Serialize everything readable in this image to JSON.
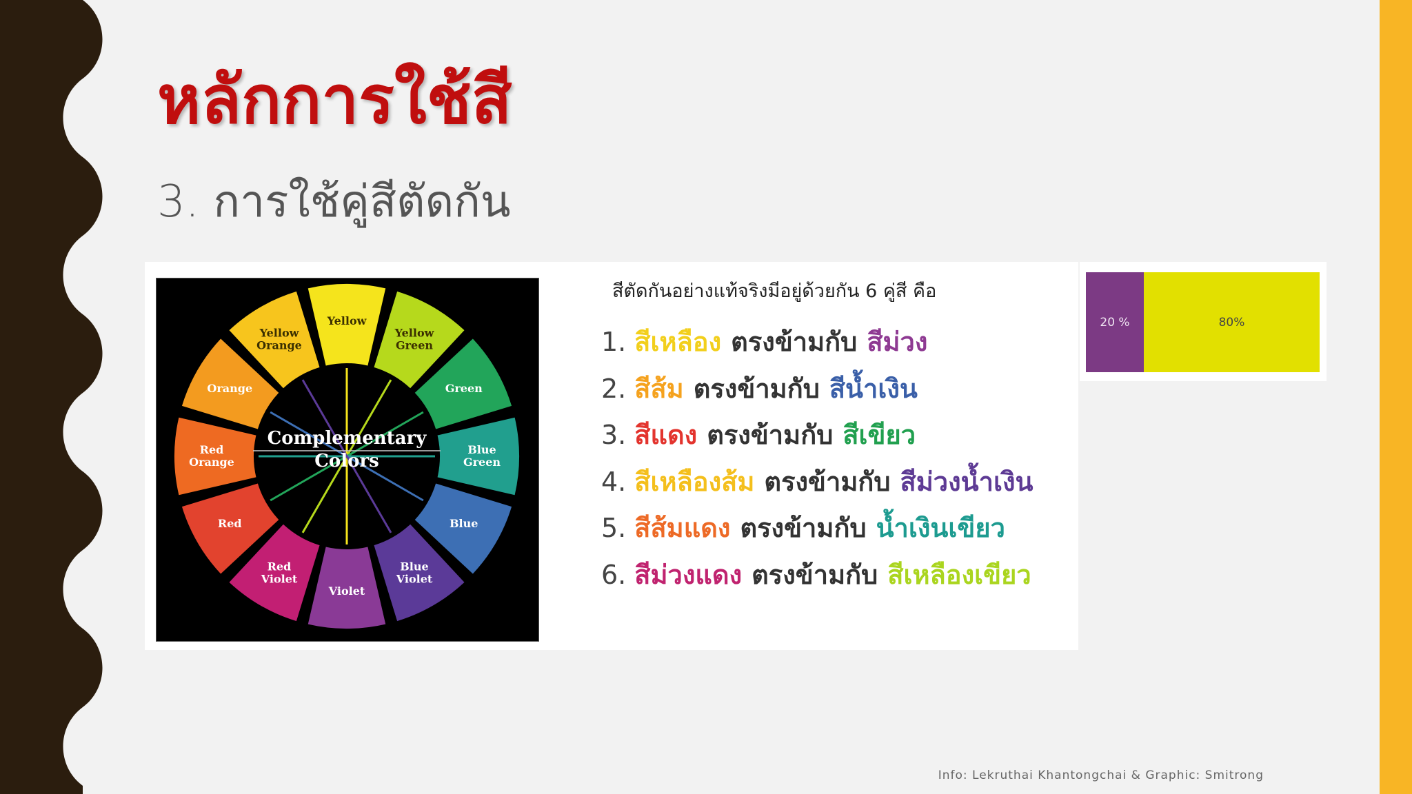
{
  "slide": {
    "title": "หลักการใช้สี",
    "subtitle": "3.  การใช้คู่สีตัดกัน",
    "credit": "Info: Lekruthai Khantongchai & Graphic: Smitrong"
  },
  "wheel": {
    "center_line1": "Complementary",
    "center_line2": "Colors",
    "segments": [
      {
        "label": "Yellow",
        "color": "#f5e41c"
      },
      {
        "label": "Yellow Green",
        "color": "#b6d91c"
      },
      {
        "label": "Green",
        "color": "#22a55a"
      },
      {
        "label": "Blue Green",
        "color": "#219f8e"
      },
      {
        "label": "Blue",
        "color": "#3d6fb4"
      },
      {
        "label": "Blue Violet",
        "color": "#5b3a98"
      },
      {
        "label": "Violet",
        "color": "#8a3a96"
      },
      {
        "label": "Red Violet",
        "color": "#c21f73"
      },
      {
        "label": "Red",
        "color": "#e2432e"
      },
      {
        "label": "Red Orange",
        "color": "#ee6a22"
      },
      {
        "label": "Orange",
        "color": "#f39b1f"
      },
      {
        "label": "Yellow Orange",
        "color": "#f7c51d"
      }
    ]
  },
  "pairs": {
    "intro": "สีตัดกันอย่างแท้จริงมีอยู่ด้วยกัน 6 คู่สี คือ",
    "connector": "ตรงข้ามกับ",
    "items": [
      {
        "num": "1.",
        "left": "สีเหลือง",
        "left_color": "#f2cf1c",
        "right": "สีม่วง",
        "right_color": "#8e3a92"
      },
      {
        "num": "2.",
        "left": "สีส้ม",
        "left_color": "#f5a21e",
        "right": "สีน้ำเงิน",
        "right_color": "#3a5fa8"
      },
      {
        "num": "3.",
        "left": "สีแดง",
        "left_color": "#e3342e",
        "right": "สีเขียว",
        "right_color": "#21a04f"
      },
      {
        "num": "4.",
        "left": "สีเหลืองส้ม",
        "left_color": "#f4bf1c",
        "right": "สีม่วงน้ำเงิน",
        "right_color": "#5d3a94"
      },
      {
        "num": "5.",
        "left": "สีส้มแดง",
        "left_color": "#ed6a26",
        "right": "น้ำเงินเขียว",
        "right_color": "#1d9b90"
      },
      {
        "num": "6.",
        "left": "สีม่วงแดง",
        "left_color": "#c0236f",
        "right": "สีเหลืองเขียว",
        "right_color": "#aad51f"
      }
    ]
  },
  "ratio_bar": {
    "purple_label": "20 %",
    "purple_color": "#7c3a84",
    "yellow_label": "80%",
    "yellow_color": "#e2e000",
    "purple_fraction": 0.2
  },
  "colors": {
    "left_band": "#2b1d0e",
    "right_band": "#f8b525",
    "title": "#c00e0e",
    "background": "#f2f2f2"
  }
}
